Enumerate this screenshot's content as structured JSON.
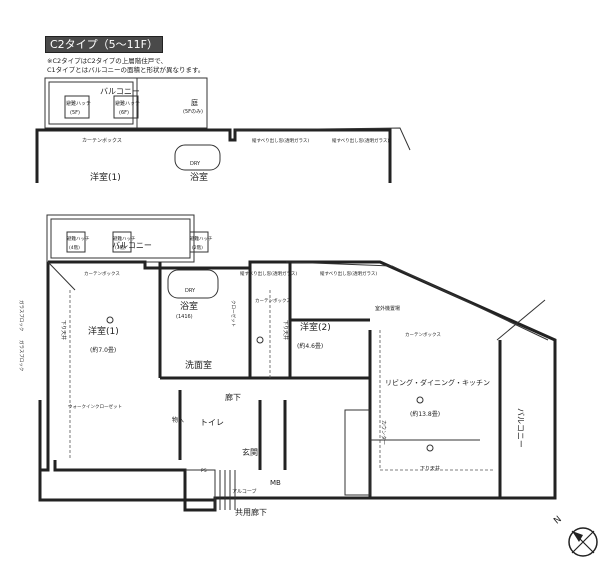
{
  "header": {
    "type_label": "C2タイプ（5〜11F）",
    "note_line1": "※C2タイプはC2タイプの上層階住戸で、",
    "note_line2": "C1タイプとはバルコニーの面積と形状が異なります。"
  },
  "upper_plan": {
    "balcony": "バルコニー",
    "hatch1": "避難ハッチ",
    "hatch1_sub": "(5F)",
    "hatch2": "避難ハッチ",
    "hatch2_sub": "(6F)",
    "garden": "庭",
    "garden_sub": "(5Fのみ)",
    "curtain_box": "カーテンボックス",
    "window1": "縦すべり出し窓(透明ガラス)",
    "window2": "縦すべり出し窓(透明ガラス)",
    "western_room1": "洋室(1)",
    "bath": "浴室",
    "dry": "DRY"
  },
  "main_plan": {
    "balcony": "バルコニー",
    "hatch_a": "避難ハッチ",
    "hatch_a_sub": "(4階)",
    "hatch_b": "避難ハッチ",
    "hatch_b_sub": "(3階)",
    "hatch_c": "避難ハッチ",
    "hatch_c_sub": "(2階)",
    "curtain_box1": "カーテンボックス",
    "curtain_box2": "カーテンボックス",
    "curtain_box3": "カーテンボックス",
    "glass_block1": "ガラスブロック",
    "glass_block2": "ガラスブロック",
    "western_room1": "洋室(1)",
    "western_room1_size": "(約7.0畳)",
    "lowered_ceiling1": "下り天井",
    "bath": "浴室",
    "bath_size": "(1416)",
    "dry": "DRY",
    "washroom": "洗面室",
    "closet": "クローゼット",
    "window1": "縦すべり出し窓(透明ガラス)",
    "window2": "縦すべり出し窓(透明ガラス)",
    "western_room2": "洋室(2)",
    "western_room2_size": "(約4.6畳)",
    "lowered_ceiling2": "下り天井",
    "outdoor_unit": "室外機置場",
    "ldk": "リビング・ダイニング・キッチン",
    "ldk_size": "(約13.8畳)",
    "counter": "カウンター",
    "lowered_ceiling3": "下り天井",
    "balcony_right": "バルコニー",
    "corridor": "廊下",
    "walk_in": "ウォークインクローゼット",
    "storage": "物入",
    "toilet": "トイレ",
    "entrance": "玄関",
    "alcove": "アルコーブ",
    "mb": "MB",
    "ps": "PS",
    "shared_corridor": "共用廊下",
    "compass": "N"
  }
}
